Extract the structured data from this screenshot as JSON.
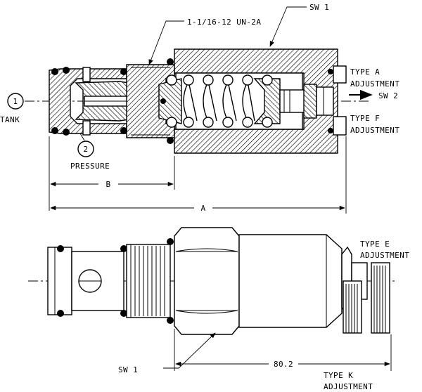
{
  "labels": {
    "sw1_top": "SW 1",
    "thread": "1-1/16-12 UN-2A",
    "type_a_line1": "TYPE A",
    "type_a_line2": "ADJUSTMENT",
    "sw2": "SW 2",
    "type_f_line1": "TYPE F",
    "type_f_line2": "ADJUSTMENT",
    "port1": "1",
    "tank": "TANK",
    "port2": "2",
    "pressure": "PRESSURE",
    "dim_b": "B",
    "dim_a": "A",
    "type_e_line1": "TYPE E",
    "type_e_line2": "ADJUSTMENT",
    "sw1_bottom": "SW 1",
    "dim_802": "80.2",
    "type_k_line1": "TYPE K",
    "type_k_line2": "ADJUSTMENT"
  },
  "colors": {
    "ink": "#000000",
    "paper": "#ffffff"
  },
  "icons": {
    "callout_arrow": "arrow-icon",
    "port_marker": "circle-icon"
  }
}
